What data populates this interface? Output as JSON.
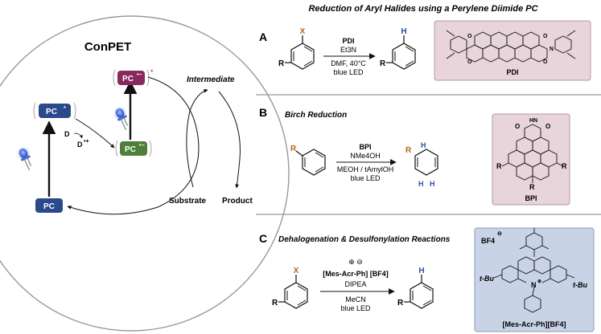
{
  "header": {
    "title": "Reduction of Aryl Halides using a Perylene Diimide PC"
  },
  "conpet": {
    "title": "ConPET",
    "pc": "PC",
    "pc_excited": "PC",
    "pc_anion": "PC",
    "pc_anion_excited": "PC",
    "donor": "D",
    "donor_radical_cation": "D",
    "intermediate": "Intermediate",
    "substrate": "Substrate",
    "product": "Product"
  },
  "section_a": {
    "letter": "A",
    "substituent_x": "X",
    "substituent_r": "R",
    "product_h": "H",
    "product_r": "R",
    "reagent_top": "PDI",
    "reagent_2": "Et3N",
    "cond_1": "DMF, 40°C",
    "cond_2": "blue LED",
    "catalyst_label": "PDI",
    "colors": {
      "box": "#e7d5db",
      "box_border": "#b797a2"
    }
  },
  "section_b": {
    "title": "Birch Reduction",
    "letter": "B",
    "substituent_r": "R",
    "product_r": "R",
    "product_h": "H",
    "reagent_top": "BPI",
    "reagent_2": "NMe4OH",
    "cond_1": "MEOH / tAmylOH",
    "cond_2": "blue LED",
    "catalyst_label": "BPI",
    "colors": {
      "box": "#e7d5db",
      "box_border": "#b797a2"
    }
  },
  "section_c": {
    "title": "Dehalogenation & Desulfonylation Reactions",
    "letter": "C",
    "substituent_x": "X",
    "substituent_r": "R",
    "product_h": "H",
    "product_r": "R",
    "charges": "⊕ ⊖",
    "reagent_top": "[Mes-Acr-Ph]  [BF4]",
    "reagent_2": "DIPEA",
    "cond_1": "MeCN",
    "cond_2": "blue LED",
    "anion": "BF4",
    "tbu_left": "t-Bu",
    "tbu_right": "t-Bu",
    "nitrogen": "N",
    "catalyst_label": "[Mes-Acr-Ph][BF4]",
    "colors": {
      "box": "#c9d3e6",
      "box_border": "#8b9bbd"
    }
  },
  "colors": {
    "pc_ground": "#2b4a8b",
    "pc_excited": "#2b4a8b",
    "pc_anion": "#4f7f3a",
    "pc_anion_excited": "#8a2a5c",
    "halide": "#b5651d",
    "hydrogen": "#2a4fa0"
  }
}
